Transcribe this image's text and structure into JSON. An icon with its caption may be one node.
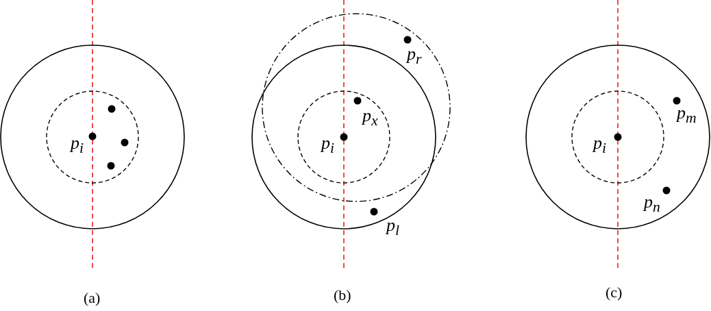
{
  "diagram": {
    "labels": [
      "p$_{i}$",
      "(a)",
      "p$_{r}$",
      "p$_{x}$",
      "p$_{i}$",
      "p$_{l}$",
      "(b)",
      "p$_{m}$",
      "p$_{i}$",
      "p$_{n}$",
      "(c)"
    ]
  }
}
